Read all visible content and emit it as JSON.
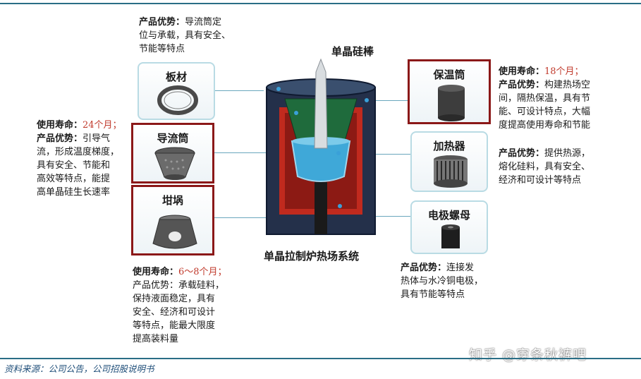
{
  "top_note": {
    "label": "产品优势：",
    "body": [
      "导流筒定",
      "位与承载，具有安全、",
      "节能等特点"
    ]
  },
  "rod_label": "单晶硅棒",
  "system_label": "单晶拉制炉热场系统",
  "left_cards": [
    {
      "title": "板材",
      "highlighted": false
    },
    {
      "title": "导流筒",
      "highlighted": true
    },
    {
      "title": "坩埚",
      "highlighted": true
    }
  ],
  "right_cards": [
    {
      "title": "保温筒",
      "highlighted": true
    },
    {
      "title": "加热器",
      "highlighted": false
    },
    {
      "title": "电极螺母",
      "highlighted": false
    }
  ],
  "notes": {
    "daoliu": {
      "life_label": "使用寿命：",
      "life_value": "24个月；",
      "adv_label": "产品优势：",
      "adv_first": "引导气",
      "adv_rest": [
        "流，形成温度梯度，",
        "具有安全、节能和",
        "高效等特点，能提",
        "高单晶硅生长速率"
      ]
    },
    "ganguo": {
      "life_label": "使用寿命：",
      "life_value": "6～8个月；",
      "adv_lines": [
        "产品优势：承载硅料，",
        "保持液面稳定，具有",
        "安全、经济和可设计",
        "等特点，能最大限度",
        "提高装料量"
      ]
    },
    "baowen": {
      "life_label": "使用寿命：",
      "life_value": "18个月；",
      "adv_label": "产品优势：",
      "adv_first": "构建热场空",
      "adv_rest": [
        "间，隔热保温，具有节",
        "能、可设计特点，大幅",
        "度提高使用寿命和节能"
      ]
    },
    "jiare": {
      "adv_label": "产品优势：",
      "adv_first": "提供热源，",
      "adv_rest": [
        "熔化硅料，具有安全、",
        "经济和可设计等特点"
      ]
    },
    "dianji": {
      "adv_label": "产品优势：",
      "adv_first": "连接发",
      "adv_rest": [
        "热体与水冷铜电极，",
        "具有节能等特点"
      ]
    }
  },
  "source": "资料来源：公司公告，公司招股说明书",
  "watermark": "知乎 @穿条秋裤吧",
  "colors": {
    "accent_line": "#2a6e86",
    "highlight_border": "#8b1818",
    "life_value": "#c0392b",
    "card_border": "#b9dbe4"
  }
}
